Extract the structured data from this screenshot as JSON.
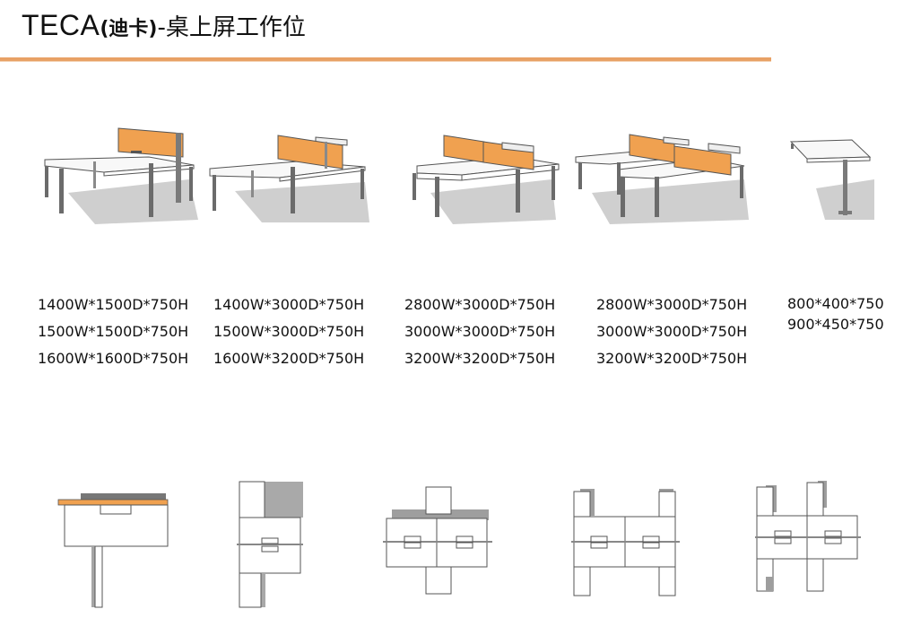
{
  "header": {
    "title_main": "TECA",
    "title_paren": "(迪卡)",
    "title_sub": "-桌上屏工作位"
  },
  "products": [
    {
      "sizes": [
        "1400W*1500D*750H",
        "1500W*1500D*750H",
        "1600W*1600D*750H"
      ]
    },
    {
      "sizes": [
        "1400W*3000D*750H",
        "1500W*3000D*750H",
        "1600W*3200D*750H"
      ]
    },
    {
      "sizes": [
        "2800W*3000D*750H",
        "3000W*3000D*750H",
        "3200W*3200D*750H"
      ]
    },
    {
      "sizes": [
        "2800W*3000D*750H",
        "3000W*3000D*750H",
        "3200W*3200D*750H"
      ]
    },
    {
      "sizes": [
        "800*400*750",
        "900*450*750"
      ]
    }
  ],
  "colors": {
    "accent_rule": "#e8a165",
    "screen_panel": "#f0a150",
    "frame": "#6b6b6b",
    "shadow": "#c9c9c9"
  }
}
